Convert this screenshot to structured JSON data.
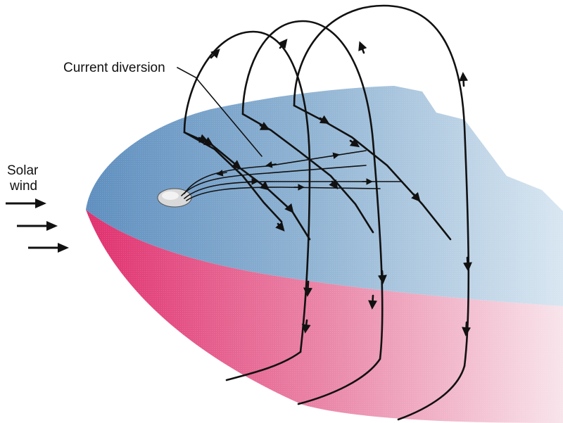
{
  "labels": {
    "current_diversion": "Current diversion",
    "solar_line1": "Solar",
    "solar_line2": "wind"
  },
  "colors": {
    "dayside_blue": "#5f8fbf",
    "tail_blue": "#d4e3ef",
    "pink": "#e0306e",
    "pink_light": "#f7dde6",
    "lines": "#111111",
    "earth": "#d9d9d9"
  },
  "icons": {
    "earth": "earth-icon",
    "solar_wind_arrows": "right-arrow-icon"
  }
}
